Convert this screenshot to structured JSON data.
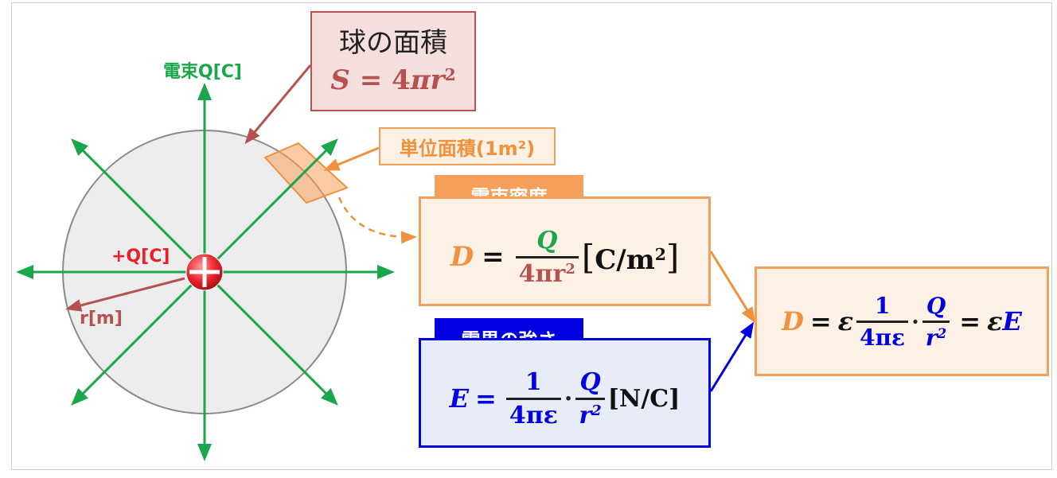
{
  "sphere_area": {
    "title": "球の面積",
    "formula": {
      "S": "S",
      "eq": "=",
      "four": "4",
      "pi": "π",
      "r": "r",
      "exp": "2"
    }
  },
  "labels": {
    "flux": "電束Q[C]",
    "charge": "+Q[C]",
    "radius": "r[m]",
    "unit_area": "単位面積(1m²)"
  },
  "flux_density": {
    "tag": "電束密度",
    "D": "D",
    "eq": "=",
    "num": "Q",
    "den": "4πr",
    "exp": "2",
    "unit_open": "[",
    "unit": "C/m",
    "unit_exp": "2",
    "unit_close": "]"
  },
  "field_strength": {
    "tag": "電界の強さ",
    "E": "E",
    "eq": "=",
    "num1": "1",
    "den1": "4πε",
    "dot": "·",
    "num2": "Q",
    "den2": "r",
    "exp": "2",
    "unit": "[N/C]"
  },
  "relation": {
    "D": "D",
    "eq1": "=",
    "eps": "ε",
    "num1": "1",
    "den1": "4πε",
    "dot": "·",
    "num2": "Q",
    "den2": "r",
    "exp": "2",
    "eq2": "=",
    "eps2": "ε",
    "E": "E"
  },
  "colors": {
    "green": "#1aa64a",
    "red": "#e8202a",
    "brown": "#b5524f",
    "orange": "#f5a05a",
    "orange_dark": "#f0913c",
    "blue": "#0000e0",
    "sphere_fill": "#ededed",
    "pink_box": "#f5dede",
    "peach_box": "#fdf0e4",
    "blue_box": "#e8ecf8"
  }
}
